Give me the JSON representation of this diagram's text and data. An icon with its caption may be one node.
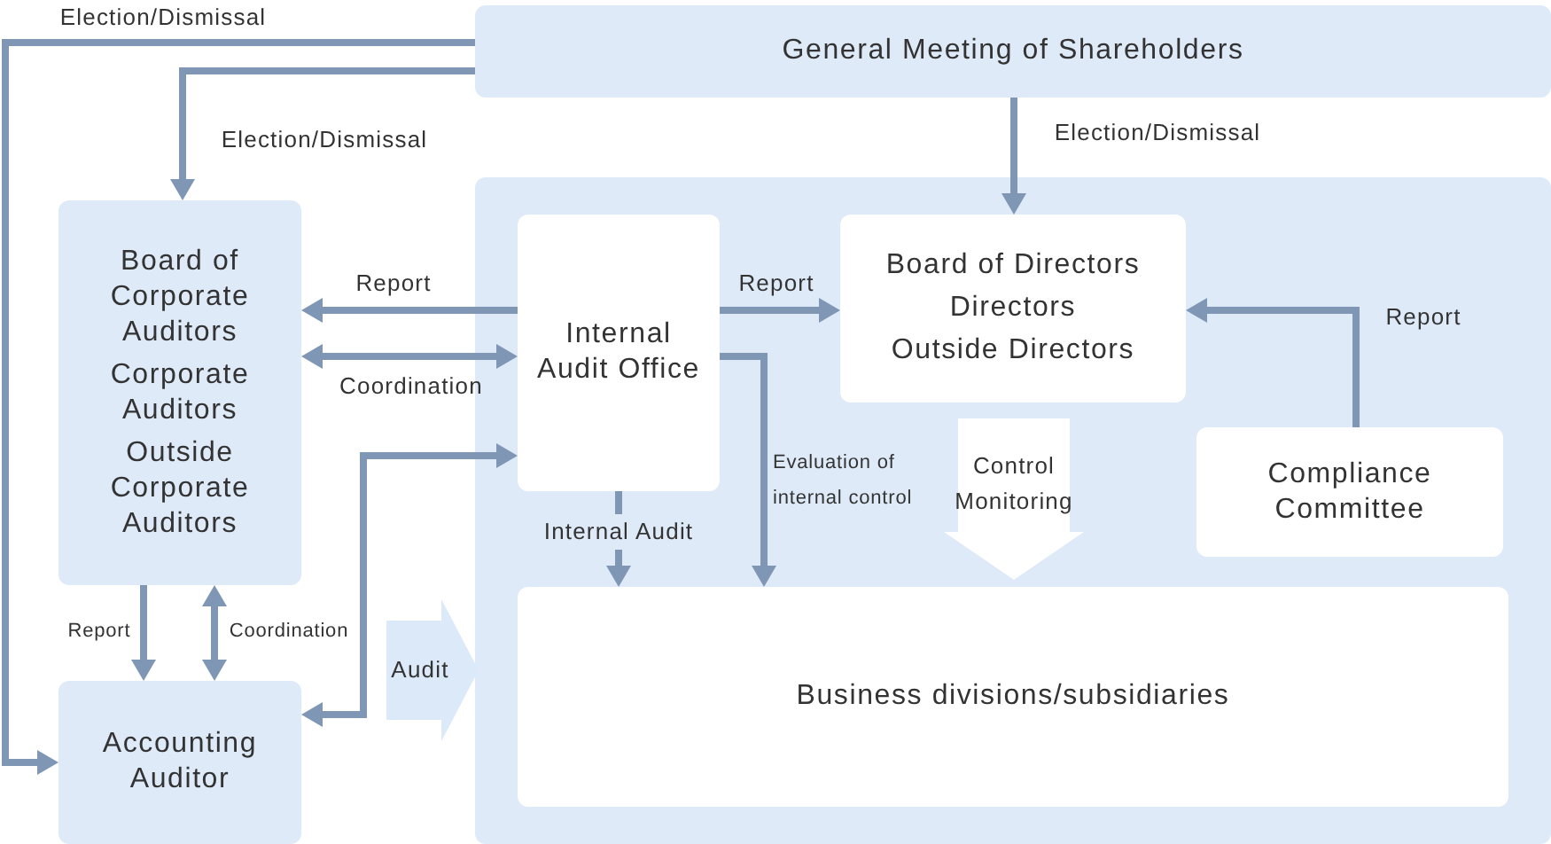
{
  "diagram": {
    "nodes": [
      {
        "text": [
          "General Meeting of Shareholders"
        ]
      },
      {
        "text": [],
        "shape": "box"
      },
      {
        "text": [
          "Board of Corporate Auditors",
          "Corporate Auditors",
          "Outside Corporate Auditors"
        ]
      },
      {
        "text": [
          "Accounting Auditor"
        ]
      },
      {
        "text": [
          "Internal Audit Office"
        ],
        "in": 1
      },
      {
        "text": [
          "Board of Directors",
          "Directors",
          "Outside Directors"
        ],
        "in": 1
      },
      {
        "text": [
          "Compliance Committee"
        ],
        "in": 1
      },
      {
        "text": [
          "Business divisions/subsidiaries"
        ],
        "in": 1
      }
    ],
    "edges": [
      {
        "from": 0,
        "to": 3,
        "arrow": "to",
        "label": "Election/Dismissal"
      },
      {
        "from": 0,
        "to": 2,
        "arrow": "to",
        "label": "Election/Dismissal"
      },
      {
        "from": 0,
        "to": 5,
        "arrow": "to",
        "label": "Election/Dismissal"
      },
      {
        "from": 4,
        "to": 2,
        "arrow": "to",
        "label": "Report"
      },
      {
        "from": 2,
        "to": 4,
        "arrow": "both",
        "label": "Coordination"
      },
      {
        "from": 4,
        "to": 5,
        "arrow": "to",
        "label": "Report"
      },
      {
        "from": 6,
        "to": 5,
        "arrow": "to",
        "label": "Report"
      },
      {
        "from": 4,
        "to": 7,
        "arrow": "to",
        "label": "Internal Audit"
      },
      {
        "from": 4,
        "to": 7,
        "arrow": "to",
        "label": "Evaluation of internal control"
      },
      {
        "from": 5,
        "to": 7,
        "arrow": "to",
        "label": "Control Monitoring",
        "style": "thick",
        "color": "#ffffff"
      },
      {
        "from": 2,
        "to": 3,
        "arrow": "to",
        "label": "Report"
      },
      {
        "from": 2,
        "to": 3,
        "arrow": "both",
        "label": "Coordination"
      },
      {
        "from": 3,
        "to": 4,
        "arrow": "both"
      },
      {
        "from": null,
        "to": 1,
        "arrow": "to",
        "label": "Audit",
        "style": "thick",
        "color": "#dbe9f9"
      }
    ]
  }
}
